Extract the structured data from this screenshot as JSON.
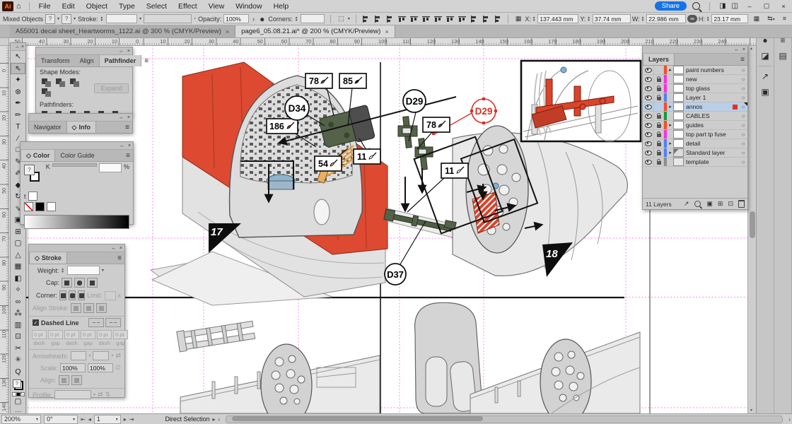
{
  "menubar": {
    "logo": "Ai",
    "items": [
      "File",
      "Edit",
      "Object",
      "Type",
      "Select",
      "Effect",
      "View",
      "Window",
      "Help"
    ],
    "share_label": "Share"
  },
  "window_controls": {
    "minimize": "–",
    "restore": "▢",
    "close": "×"
  },
  "optionsbar": {
    "selection_type": "Mixed Objects",
    "fill_placeholder": "?",
    "stroke_swatch_placeholder": "?",
    "stroke_label": "Stroke:",
    "opacity_label": "Opacity:",
    "opacity_value": "100%",
    "corners_label": "Corners:",
    "x_label": "X:",
    "x_value": "137.443 mm",
    "y_label": "Y:",
    "y_value": "37.74 mm",
    "w_label": "W:",
    "w_value": "22.986 mm",
    "h_label": "H:",
    "h_value": "23.17 mm"
  },
  "tabs": [
    {
      "title": "A55001 decal sheet_Heartworms_1122.ai @ 300 % (CMYK/Preview)",
      "active": false
    },
    {
      "title": "page6_05.08.21.ai* @ 200 % (CMYK/Preview)",
      "active": true
    }
  ],
  "rulers": {
    "horizontal_labels": [
      "50",
      "40",
      "30",
      "20",
      "10",
      "0",
      "10",
      "20",
      "30",
      "40",
      "50",
      "60",
      "70",
      "80",
      "90",
      "100",
      "110",
      "120",
      "130",
      "140",
      "150",
      "160",
      "170",
      "180",
      "190",
      "200",
      "210",
      "220",
      "230",
      "240"
    ],
    "vertical_labels": [
      "0",
      "10",
      "20",
      "30",
      "40",
      "50",
      "60",
      "70",
      "80",
      "90",
      "100",
      "110",
      "120",
      "130",
      "140"
    ]
  },
  "toolbar": {
    "tools": [
      {
        "name": "selection",
        "glyph": "↖"
      },
      {
        "name": "direct-selection",
        "glyph": "⇖",
        "selected": true
      },
      {
        "name": "magic-wand",
        "glyph": "✦"
      },
      {
        "name": "lasso",
        "glyph": "⊛"
      },
      {
        "name": "pen",
        "glyph": "✒"
      },
      {
        "name": "curvature",
        "glyph": "✏"
      },
      {
        "name": "type",
        "glyph": "T"
      },
      {
        "name": "line-segment",
        "glyph": "∕"
      },
      {
        "name": "rectangle",
        "glyph": "□"
      },
      {
        "name": "paintbrush",
        "glyph": "✎"
      },
      {
        "name": "pencil",
        "glyph": "✐"
      },
      {
        "name": "eraser",
        "glyph": "◆"
      },
      {
        "name": "rotate",
        "glyph": "↻"
      },
      {
        "name": "scale",
        "glyph": "⇘"
      },
      {
        "name": "width",
        "glyph": "▣"
      },
      {
        "name": "free-transform",
        "glyph": "⊞"
      },
      {
        "name": "shape-builder",
        "glyph": "▢"
      },
      {
        "name": "perspective-grid",
        "glyph": "△"
      },
      {
        "name": "mesh",
        "glyph": "▦"
      },
      {
        "name": "gradient",
        "glyph": "◧"
      },
      {
        "name": "eyedropper",
        "glyph": "✧"
      },
      {
        "name": "blend",
        "glyph": "∞"
      },
      {
        "name": "symbol-sprayer",
        "glyph": "⁂"
      },
      {
        "name": "column-graph",
        "glyph": "▥"
      },
      {
        "name": "artboard",
        "glyph": "⊡"
      },
      {
        "name": "slice",
        "glyph": "✂"
      },
      {
        "name": "hand",
        "glyph": "✳"
      },
      {
        "name": "zoom",
        "glyph": "Q"
      }
    ]
  },
  "panels": {
    "pathfinder": {
      "tabs": [
        "Transform",
        "Align",
        "Pathfinder"
      ],
      "active_tab": "Pathfinder",
      "shape_modes_label": "Shape Modes:",
      "pathfinders_label": "Pathfinders:",
      "expand_label": "Expand"
    },
    "navigator": {
      "tabs": [
        "Navigator",
        "Info"
      ],
      "active_tab": "Info"
    },
    "color": {
      "tabs": [
        "Color",
        "Color Guide"
      ],
      "active_tab": "Color",
      "channel_label": "K",
      "percent_label": "%"
    },
    "stroke": {
      "title": "Stroke",
      "weight_label": "Weight:",
      "cap_label": "Cap:",
      "corner_label": "Corner:",
      "limit_label": "Limit:",
      "limit_suffix": "x",
      "align_stroke_label": "Align Stroke:",
      "dashed_line_label": "Dashed Line",
      "dash_values": [
        "0 pt",
        "0 pt",
        "0 pt",
        "0 pt",
        "0 pt",
        "0 pt"
      ],
      "dash_captions": [
        "dash",
        "gap",
        "dash",
        "gap",
        "dash",
        "gap"
      ],
      "arrowheads_label": "Arrowheads:",
      "scale_label": "Scale:",
      "scale_values": [
        "100%",
        "100%"
      ],
      "align2_label": "Align:",
      "profile_label": "Profile:"
    }
  },
  "layers": {
    "title": "Layers",
    "count_label": "11 Layers",
    "rows": [
      {
        "name": "paint numbers",
        "color": "#ff4a21",
        "eye": true,
        "lock": false,
        "expandable": true,
        "selected": false
      },
      {
        "name": "new",
        "color": "#ff2ee4",
        "eye": true,
        "lock": true,
        "expandable": false,
        "selected": false
      },
      {
        "name": "top glass",
        "color": "#ff2ee4",
        "eye": true,
        "lock": true,
        "expandable": false,
        "selected": false
      },
      {
        "name": "Layer 1",
        "color": "#4f7fff",
        "eye": true,
        "lock": true,
        "expandable": false,
        "selected": false
      },
      {
        "name": "annos",
        "color": "#ff4a21",
        "eye": true,
        "lock": false,
        "expandable": true,
        "selected": true
      },
      {
        "name": "CABLES",
        "color": "#0f9d3c",
        "eye": true,
        "lock": true,
        "expandable": false,
        "selected": false
      },
      {
        "name": "guides",
        "color": "#ff4a21",
        "eye": true,
        "lock": true,
        "expandable": true,
        "selected": false
      },
      {
        "name": "top part tp fuse",
        "color": "#ff2ee4",
        "eye": true,
        "lock": true,
        "expandable": false,
        "selected": false
      },
      {
        "name": "detail",
        "color": "#4f7fff",
        "eye": true,
        "lock": true,
        "expandable": true,
        "selected": false
      },
      {
        "name": "Standard layer",
        "color": "#4f7fff",
        "eye": true,
        "lock": true,
        "expandable": true,
        "selected": false
      },
      {
        "name": "template",
        "color": "#8e8e8e",
        "eye": true,
        "lock": true,
        "expandable": false,
        "selected": false
      }
    ]
  },
  "canvas": {
    "step17": {
      "step_number": "17",
      "part_id": "D34",
      "paint_callouts": [
        {
          "label": "78",
          "color": "#3d5a36"
        },
        {
          "label": "85",
          "color": "#1a1a1a"
        },
        {
          "label": "186",
          "color": "#7a4526"
        },
        {
          "label": "54",
          "color": "#e09b3d"
        },
        {
          "label": "11",
          "color": "#ffffff"
        }
      ]
    },
    "step18": {
      "step_number": "18",
      "part_ids": [
        "D29",
        "D29",
        "D37"
      ],
      "paint_callouts": [
        {
          "label": "78",
          "color": "#3d5a36"
        },
        {
          "label": "11",
          "color": "#ffffff"
        }
      ]
    }
  },
  "statusbar": {
    "zoom": "200%",
    "rotation": "0°",
    "artboard_number": "1",
    "tool_name": "Direct Selection"
  },
  "colors": {
    "accent_blue": "#1473e6",
    "selection_red": "#d93025",
    "guide_pink": "#ff85ee",
    "artwork_red": "#dd4a31",
    "artwork_green": "#55624a",
    "cable_orange": "#e39a3b"
  }
}
